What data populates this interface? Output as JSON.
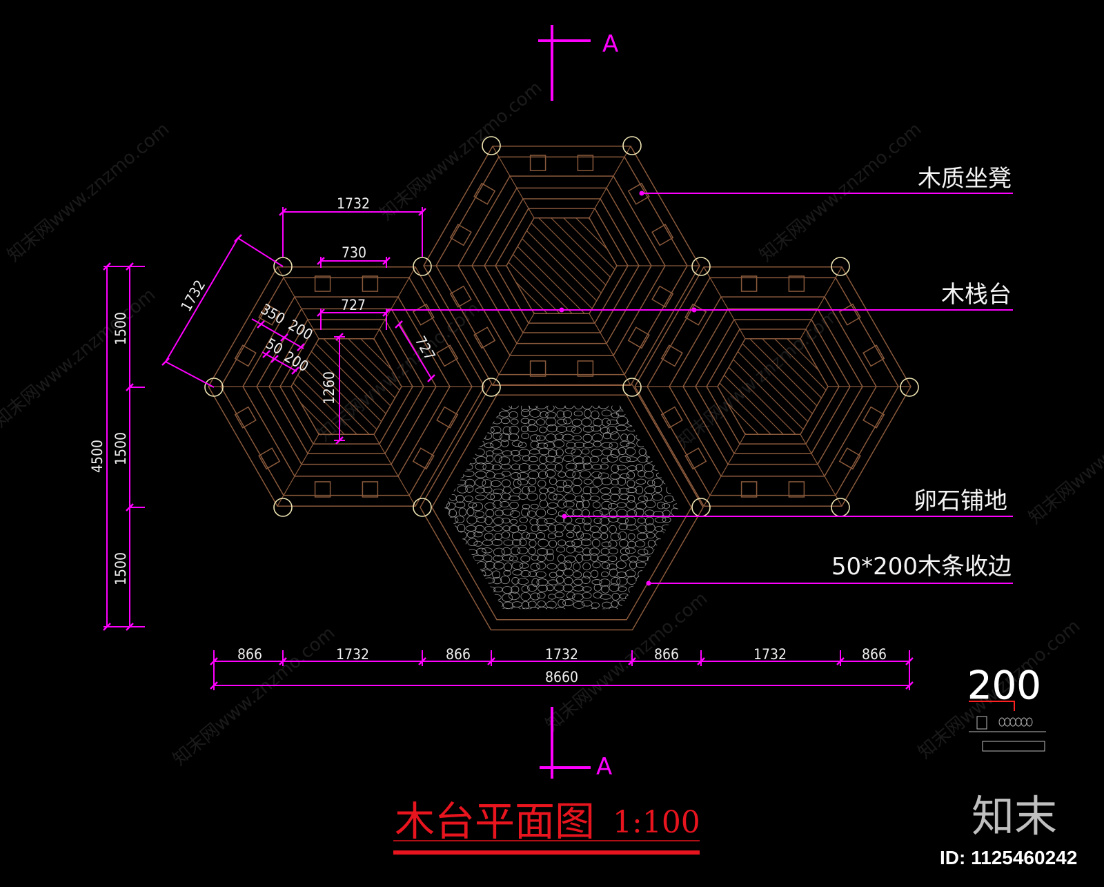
{
  "drawing": {
    "title": "木台平面图",
    "scale": "1:100",
    "section_mark": "A",
    "colors": {
      "background": "#000000",
      "dimension": "#ff00ff",
      "wood": "#8b5a3c",
      "post": "#f0e6b4",
      "title": "#e8141e",
      "text": "#f4f4f4"
    }
  },
  "labels": {
    "seat": "木质坐凳",
    "deck": "木栈台",
    "pebble": "卵石铺地",
    "edge": "50*200木条收边"
  },
  "dimensions": {
    "top_width": "1732",
    "inner_width": "730",
    "inner_width2": "727",
    "diag_side": "1732",
    "diag_inner": "727",
    "small_350": "350",
    "small_200a": "200",
    "small_50": "50",
    "small_200b": "200",
    "inner_height": "1260",
    "left_total": "4500",
    "left_segments": [
      "1500",
      "1500",
      "1500"
    ],
    "bottom_segments": [
      "866",
      "1732",
      "866",
      "1732",
      "866",
      "1732",
      "866"
    ],
    "bottom_total": "8660"
  },
  "detail_inset": {
    "number": "200"
  },
  "watermark": {
    "text": "知末网www.znzmo.com",
    "brand": "知末",
    "id": "ID: 1125460242"
  }
}
